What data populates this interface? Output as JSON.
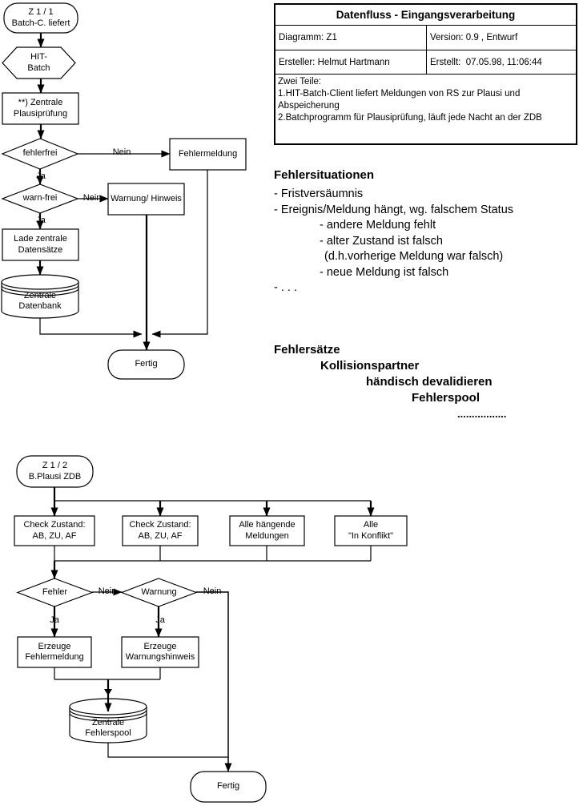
{
  "table": {
    "title": "Datenfluss - Eingangsverarbeitung",
    "diagram": "Diagramm: Z1",
    "version": "Version: 0.9 , Entwurf",
    "author": "Ersteller: Helmut Hartmann",
    "created": "Erstellt:  07.05.98, 11:06:44",
    "description": "Zwei Teile:\n1.HIT-Batch-Client liefert Meldungen von RS zur Plausi und Abspeicherung\n2.Batchprogramm für Plausiprüfung, läuft jede Nacht an der ZDB"
  },
  "fehlersituationen": {
    "heading": "Fehlersituationen",
    "items": [
      "- Fristversäumnis",
      "- Ereignis/Meldung hängt, wg. falschem Status",
      "- andere Meldung fehlt",
      "- alter Zustand ist falsch",
      "(d.h.vorherige Meldung war falsch)",
      "- neue Meldung ist falsch",
      "- . . ."
    ]
  },
  "fehlersaetze": {
    "line1": "Fehlersätze",
    "line2": "Kollisionspartner",
    "line3": "händisch devalidieren",
    "line4": "Fehlerspool",
    "dots": "................."
  },
  "flow1": {
    "start": "Z 1 / 1\nBatch-C. liefert",
    "hit_batch": "HIT-\nBatch",
    "plausi": "**) Zentrale\nPlausiprüfung",
    "fehlerfrei": "fehlerfrei",
    "fehlermeldung": "Fehlermeldung",
    "warnfrei": "warn-frei",
    "warnung_hinweis": "Warnung/ Hinweis",
    "lade": "Lade zentrale\nDatensätze",
    "datenbank": "Zentrale\nDatenbank",
    "fertig": "Fertig",
    "nein": "Nein",
    "ja": "Ja"
  },
  "flow2": {
    "start": "Z 1 / 2\nB.Plausi ZDB",
    "check1": "Check Zustand:\nAB, ZU, AF",
    "check2": "Check Zustand:\nAB, ZU, AF",
    "haengende": "Alle hängende\nMeldungen",
    "konflikt": "Alle\n\"In Konflikt\"",
    "fehler": "Fehler",
    "warnung": "Warnung",
    "erzeuge_fehler": "Erzeuge\nFehlermeldung",
    "erzeuge_warnung": "Erzeuge\nWarnungshinweis",
    "fehlerspool": "Zentrale\nFehlerspool",
    "fertig": "Fertig",
    "nein": "Nein",
    "ja": "Ja"
  },
  "colors": {
    "line": "#000000",
    "background": "#ffffff"
  }
}
